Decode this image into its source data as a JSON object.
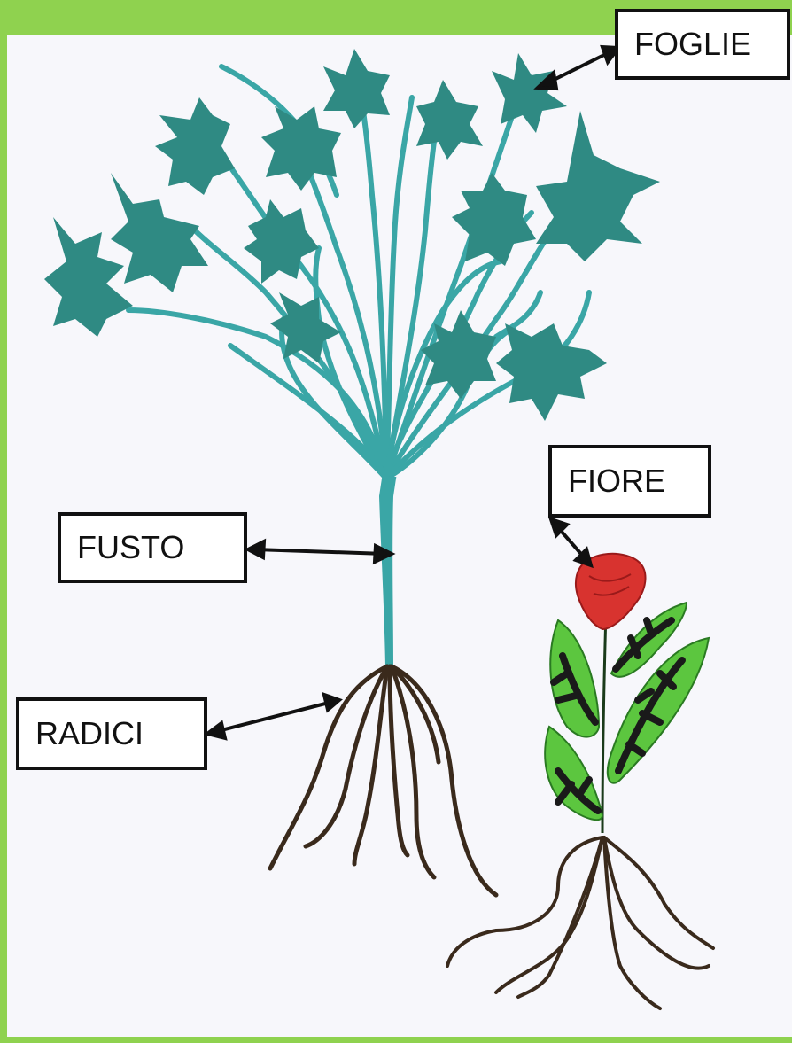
{
  "labels": {
    "foglie": "FOGLIE",
    "fiore": "FIORE",
    "fusto": "FUSTO",
    "radici": "RADICI"
  },
  "colors": {
    "border_green": "#8fd24f",
    "leaf_teal": "#2f8a83",
    "stem_teal": "#3aa6a6",
    "root_brown": "#3a2a1c",
    "flower_red": "#d8332f",
    "leaf_green": "#5cc63f"
  }
}
